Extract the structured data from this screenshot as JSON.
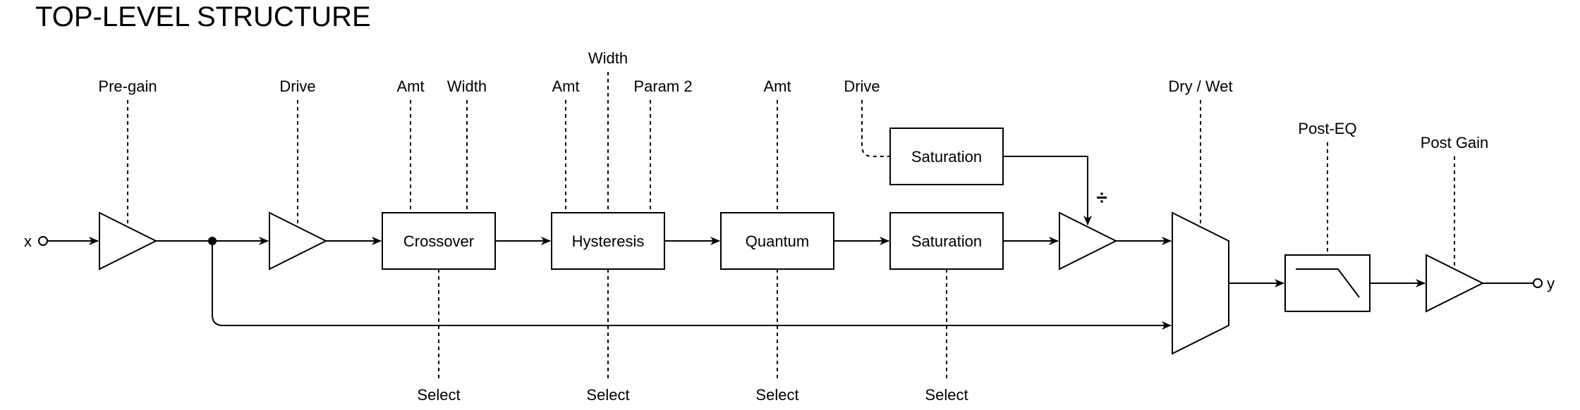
{
  "title": "TOP-LEVEL STRUCTURE",
  "io": {
    "input": "x",
    "output": "y"
  },
  "gains": {
    "pre_gain": "Pre-gain",
    "drive": "Drive",
    "post_gain": "Post Gain"
  },
  "blocks": {
    "crossover": "Crossover",
    "hysteresis": "Hysteresis",
    "quantum": "Quantum",
    "saturation_main": "Saturation",
    "saturation_side": "Saturation"
  },
  "params": {
    "crossover_amt": "Amt",
    "crossover_width": "Width",
    "hysteresis_amt": "Amt",
    "hysteresis_width": "Width",
    "hysteresis_param2": "Param 2",
    "quantum_amt": "Amt",
    "saturation_drive": "Drive",
    "dry_wet": "Dry / Wet",
    "post_eq": "Post-EQ"
  },
  "selects": {
    "crossover": "Select",
    "hysteresis": "Select",
    "quantum": "Select",
    "saturation": "Select"
  },
  "divide_symbol": "÷"
}
